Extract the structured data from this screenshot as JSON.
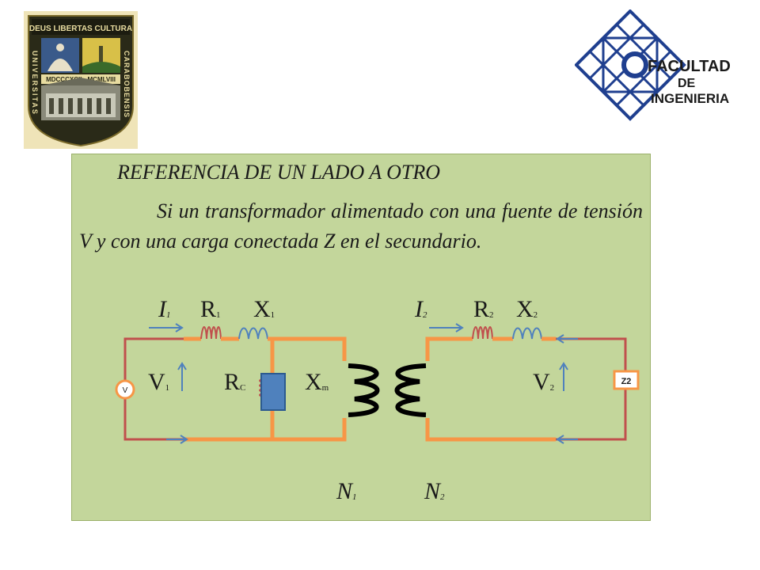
{
  "logos": {
    "university": {
      "motto": "DEUS LIBERTAS CULTURA",
      "name_left": "UNIVERSITAS",
      "name_right": "CARABOBENSIS",
      "years": "MDCCCXCII - MCMLVIII"
    },
    "faculty": {
      "line1": "FACULTAD",
      "line2": "DE",
      "line3": "INGENIERIA"
    }
  },
  "slide": {
    "heading": "REFERENCIA DE UN LADO A OTRO",
    "paragraph": "Si un transformador alimentado con una fuente de tensión V y con una carga conectada Z en el secundario."
  },
  "labels": {
    "I1": {
      "main": "I",
      "sub": "1"
    },
    "R1": {
      "main": "R",
      "sub": "1"
    },
    "X1": {
      "main": "X",
      "sub": "1"
    },
    "I2": {
      "main": "I",
      "sub": "2"
    },
    "R2": {
      "main": "R",
      "sub": "2"
    },
    "X2": {
      "main": "X",
      "sub": "2"
    },
    "V1": {
      "main": "V",
      "sub": "1"
    },
    "Rc": {
      "main": "R",
      "sub": "C"
    },
    "Xm": {
      "main": "X",
      "sub": "m"
    },
    "V2": {
      "main": "V",
      "sub": "2"
    },
    "N1": {
      "main": "N",
      "sub": "1"
    },
    "N2": {
      "main": "N",
      "sub": "2"
    },
    "source": "V",
    "load": "Z2"
  },
  "colors": {
    "panel": "#c3d69b",
    "orange_wire": "#f79646",
    "red_wire": "#c0504d",
    "blue_arrow": "#4f81bd",
    "core_block": "#4f81bd",
    "winding": "#000000"
  }
}
